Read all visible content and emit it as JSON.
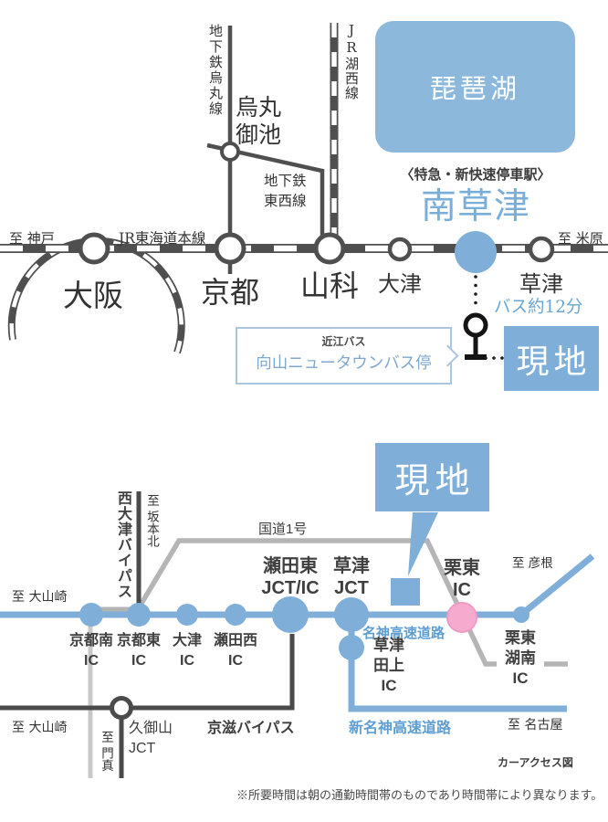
{
  "colors": {
    "accent_blue": "#7fafd9",
    "lake_blue": "#8cb8dc",
    "text_blue": "#78aed8",
    "pink": "#f6abce",
    "rail_dark": "#4f4f4f",
    "road_gray": "#b5b5b5",
    "road_dark": "#4a4a4a"
  },
  "rail_map": {
    "karasuma_line": "地下鉄烏丸線",
    "karasuma_oike": "烏丸\n御池",
    "kosei_line": "JR湖西線",
    "tozai_line": "地下鉄\n東西線",
    "lake": "琵琶湖",
    "express_note": "〈特急・新快速停車駅〉",
    "minami_kusatsu": "南草津",
    "to_kobe": "至 神戸",
    "tokaido_line": "JR東海道本線",
    "to_maibara": "至 米原",
    "osaka": "大阪",
    "kyoto": "京都",
    "yamashina": "山科",
    "otsu": "大津",
    "kusatsu": "草津",
    "bus_time": "バス約12分",
    "bus_company": "近江バス",
    "bus_stop": "向山ニュータウンバス停",
    "site": "現地"
  },
  "road_map": {
    "site": "現地",
    "nishiotsu_bypass": "西大津バイパス",
    "to_sakamotokita": "至 坂本北",
    "route1": "国道1号",
    "to_oyamazaki_upper": "至 大山崎",
    "seta_higashi": "瀬田東\nJCT/IC",
    "kusatsu_jct": "草津\nJCT",
    "ritto_ic": "栗東\nIC",
    "to_hikone": "至 彦根",
    "kyoto_minami": "京都南\nIC",
    "kyoto_higashi": "京都東\nIC",
    "otsu_ic": "大津\nIC",
    "seta_nishi": "瀬田西\nIC",
    "meishin": "名神高速道路",
    "kusatsu_tagami": "草津\n田上\nIC",
    "ritto_konan": "栗東\n湖南\nIC",
    "shin_meishin": "新名神高速道路",
    "to_nagoya": "至 名古屋",
    "kumiyama_jct": "久御山\nJCT",
    "to_kadoma": "至 門真",
    "keiji_bypass": "京滋バイパス",
    "to_oyamazaki_lower": "至 大山崎",
    "caption": "カーアクセス図",
    "note": "※所要時間は朝の通勤時間帯のものであり時間帯により異なります。"
  }
}
